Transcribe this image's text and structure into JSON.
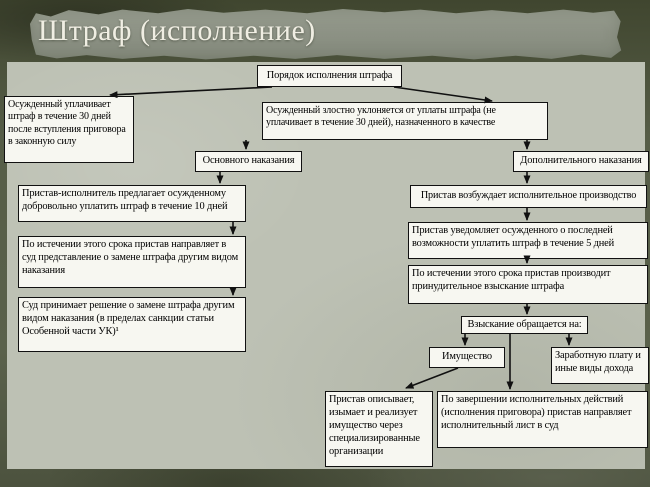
{
  "slide": {
    "title": "Штраф (исполнение)"
  },
  "flowchart": {
    "nodes": {
      "order": "Порядок исполнения штрафа",
      "pays": "Осужденный уплачивает штраф в течение 30 дней после вступления приговора в законную силу",
      "evades": "Осужденный злостно уклоняется от уплаты штрафа (не уплачивает в течение 30 дней), назначенного в качестве",
      "main_punishment": "Основного наказания",
      "additional_punishment": "Дополнительного наказания",
      "left1": "Пристав-исполнитель предлагает осужденному добровольно уплатить штраф в течение 10 дней",
      "left2": "По истечении этого срока пристав направляет в суд представление о замене штрафа другим видом наказания",
      "left3": "Суд принимает решение о замене штрафа другим видом наказания (в пределах санкции статьи Особенной части УК)¹",
      "right1": "Пристав возбуждает исполнительное производство",
      "right2": "Пристав уведомляет осужденного о последней возможности уплатить штраф в течение 5 дней",
      "right3": "По истечении этого срока пристав производит принудительное взыскание штрафа",
      "collection": "Взыскание обращается на:",
      "property": "Имущество",
      "salary": "Заработную плату и иные виды дохода",
      "seize": "Пристав описывает, изымает и реализует имущество через специализированные организации",
      "writ": "По завершении исполнительных действий (исполнения приговора) пристав направляет исполнительный лист в суд"
    },
    "colors": {
      "slide_background": "#4f5541",
      "banner_background": "#8d9285",
      "title_text": "#f0eee3",
      "diagram_background": "#bdc1b4",
      "node_background": "#f7f7f1",
      "node_border": "#111111",
      "connector": "#111111"
    }
  }
}
